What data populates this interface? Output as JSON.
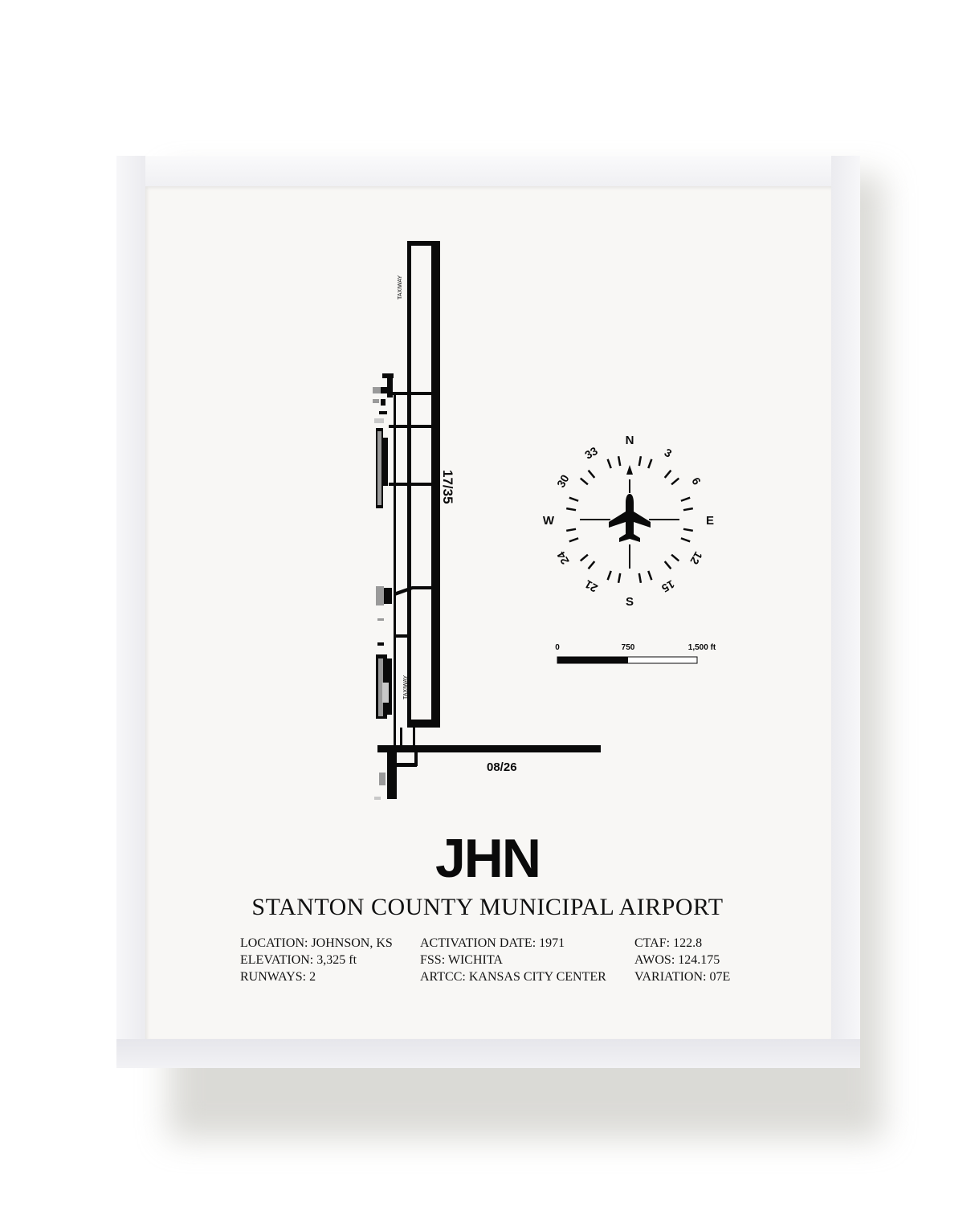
{
  "poster": {
    "airport_code": "JHN",
    "airport_name": "STANTON COUNTY MUNICIPAL AIRPORT"
  },
  "info": {
    "col1": [
      "LOCATION: JOHNSON, KS",
      "ELEVATION: 3,325 ft",
      "RUNWAYS: 2"
    ],
    "col2": [
      "ACTIVATION DATE: 1971",
      "FSS: WICHITA",
      "ARTCC: KANSAS CITY CENTER"
    ],
    "col3": [
      "CTAF: 122.8",
      "AWOS: 124.175",
      "VARIATION: 07E"
    ]
  },
  "diagram": {
    "runways": [
      "17/35",
      "08/26"
    ],
    "taxiway_label": "TAXIWAY"
  },
  "compass": {
    "cardinals": {
      "n": "N",
      "e": "E",
      "s": "S",
      "w": "W"
    },
    "headings": [
      "3",
      "6",
      "12",
      "15",
      "21",
      "24",
      "30",
      "33"
    ]
  },
  "scale_bar": {
    "labels": [
      "0",
      "750",
      "1,500 ft"
    ]
  },
  "colors": {
    "ink": "#0a0a0a",
    "mat": "#f8f7f5",
    "frame": "#f4f4f6",
    "building_gray": "#9a9a9a"
  }
}
